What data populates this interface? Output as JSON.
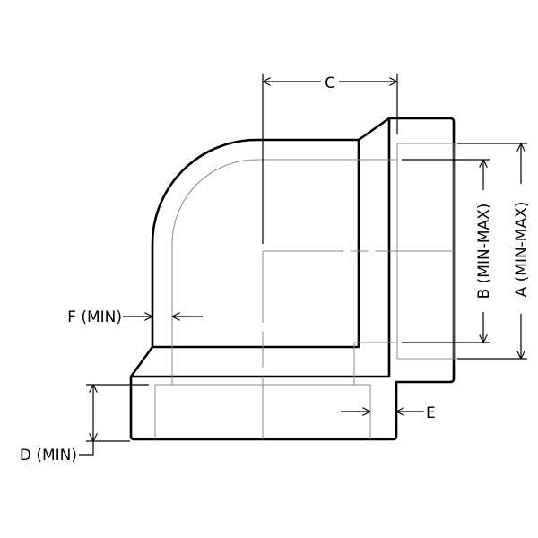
{
  "drawing": {
    "title": "90 degree socket elbow dimension drawing",
    "labels": {
      "a": "A (MIN-MAX)",
      "b": "B (MIN-MAX)",
      "c": "C",
      "d": "D (MIN)",
      "e": "E",
      "f": "F (MIN)"
    },
    "colors": {
      "outline": "#000000",
      "hidden_lines": "#8a8a8a",
      "background": "#ffffff"
    }
  }
}
